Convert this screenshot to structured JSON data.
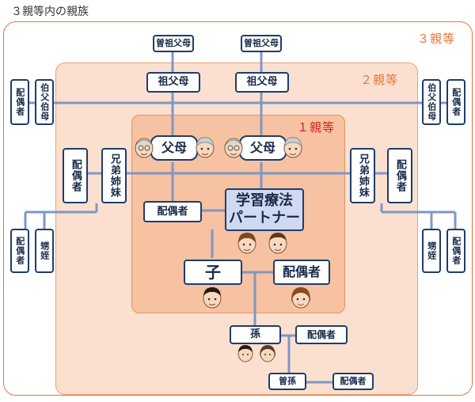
{
  "title": "３親等内の親族",
  "zones": {
    "third": "３親等",
    "second": "２親等",
    "first": "１親等"
  },
  "nodes": {
    "great_grandparents_left": "曽祖父母",
    "great_grandparents_right": "曽祖父母",
    "grandparents_left": "祖父母",
    "grandparents_right": "祖父母",
    "uncle_aunt_left": "伯父伯母",
    "uncle_aunt_right": "伯父伯母",
    "spouse_uncle_left": "配偶者",
    "spouse_uncle_right": "配偶者",
    "parents_left": "父母",
    "parents_right": "父母",
    "siblings_left": "兄弟姉妹",
    "siblings_right": "兄弟姉妹",
    "spouse_siblings_left": "配偶者",
    "spouse_siblings_right": "配偶者",
    "nephew_niece_left": "甥姪",
    "nephew_niece_right": "甥姪",
    "spouse_nephew_left": "配偶者",
    "spouse_nephew_right": "配偶者",
    "spouse_self": "配偶者",
    "partner_line1": "学習療法",
    "partner_line2": "パートナー",
    "child": "子",
    "spouse_child": "配偶者",
    "grandchild": "孫",
    "spouse_grandchild": "配偶者",
    "great_grandchild": "曽孫",
    "spouse_great_grandchild": "配偶者"
  },
  "colors": {
    "line": "#7f97c4",
    "box_border": "#1f3c6e",
    "zone3_border": "#e8743c",
    "zone2_fill": "#fbe0cf",
    "zone1_fill": "#f6c2a2",
    "partner_fill": "#cfdaf2",
    "label_red": "#d81e1e"
  }
}
